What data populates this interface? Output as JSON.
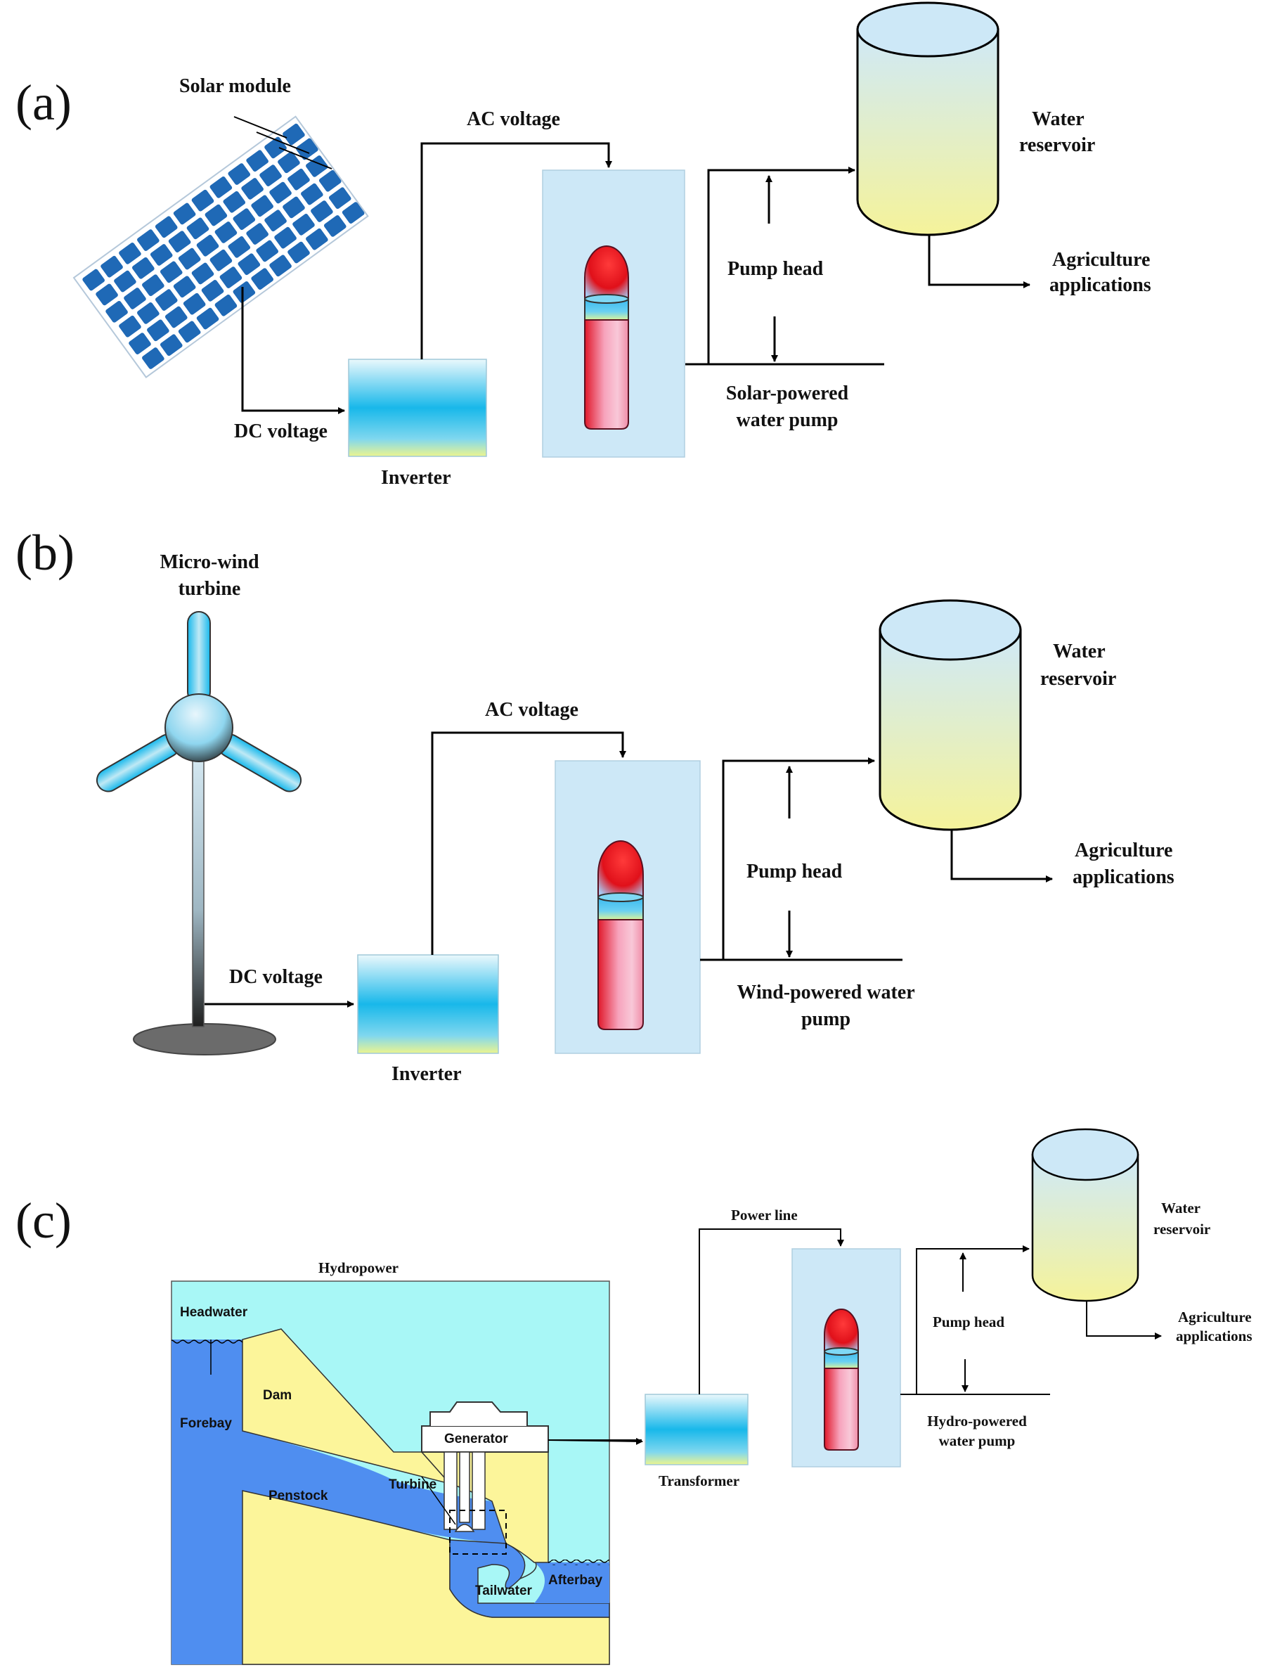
{
  "panels": {
    "a": {
      "panel_label": "(a)",
      "source_label": "Solar module",
      "ac_label": "AC  voltage",
      "dc_label": "DC  voltage",
      "converter_label": "Inverter",
      "reservoir_label": [
        "Water",
        "reservoir"
      ],
      "use_label": [
        "Agriculture",
        "applications"
      ],
      "head_label": "Pump head",
      "pump_label": [
        "Solar-powered",
        "water pump"
      ]
    },
    "b": {
      "panel_label": "(b)",
      "source_label": [
        "Micro-wind",
        "turbine"
      ],
      "ac_label": "AC  voltage",
      "dc_label": "DC  voltage",
      "converter_label": "Inverter",
      "reservoir_label": [
        "Water",
        "reservoir"
      ],
      "use_label": [
        "Agriculture",
        "applications"
      ],
      "head_label": "Pump head",
      "pump_label": [
        "Wind-powered  water",
        "pump"
      ]
    },
    "c": {
      "panel_label": "(c)",
      "source_label": "Hydropower",
      "line_label": "Power line",
      "converter_label": "Transformer",
      "reservoir_label": [
        "Water",
        "reservoir"
      ],
      "use_label": [
        "Agriculture",
        "applications"
      ],
      "head_label": "Pump head",
      "pump_label": [
        "Hydro-powered",
        "water pump"
      ],
      "hydro_parts": {
        "headwater": "Headwater",
        "dam": "Dam",
        "forebay": "Forebay",
        "generator": "Generator",
        "penstock": "Penstock",
        "turbine": "Turbine",
        "afterbay": "Afterbay",
        "tailwater": "Tailwater"
      }
    }
  },
  "colors": {
    "pump_box": "#cde8f7",
    "inverter_top": "#e6f7fb",
    "inverter_mid": "#16b8ec",
    "inverter_bottom": "#e9f48f",
    "reservoir_top": "#cde8f7",
    "reservoir_bottom": "#f4f39a",
    "pump_head_red": "#e8101a",
    "solar_cell": "#1f69b6",
    "hydro_sky": "#a8f7f6",
    "hydro_water": "#4f8ef0",
    "hydro_land": "#fcf59a"
  }
}
